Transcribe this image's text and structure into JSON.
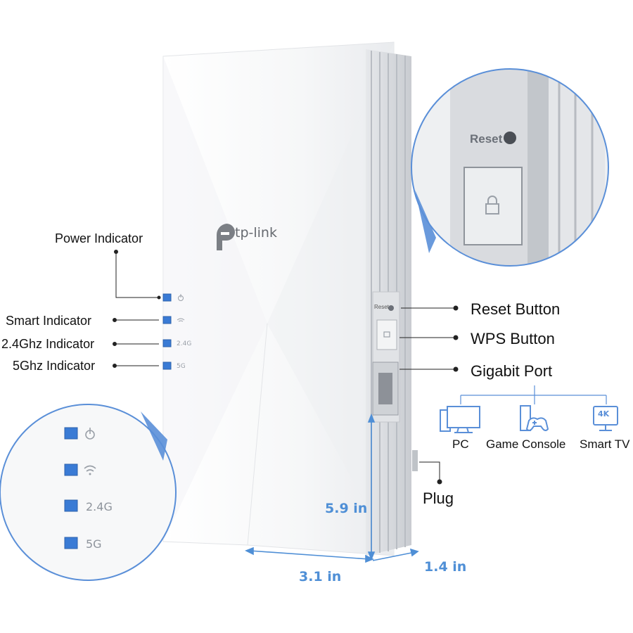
{
  "brand": {
    "logo_text": "tp-link"
  },
  "indicators": {
    "power": "Power Indicator",
    "smart": "Smart Indicator",
    "ghz24": "2.4Ghz Indicator",
    "ghz5": "5Ghz Indicator"
  },
  "led_labels": {
    "band24": "2.4G",
    "band5": "5G"
  },
  "ports": {
    "reset": "Reset Button",
    "wps": "WPS Button",
    "gigabit": "Gigabit Port",
    "plug": "Plug"
  },
  "devices": [
    {
      "label": "PC",
      "icon": "pc-icon"
    },
    {
      "label": "Game Console",
      "icon": "game-console-icon"
    },
    {
      "label": "Smart TV",
      "icon": "smart-tv-icon"
    }
  ],
  "tv_badge": "4K",
  "reset_tag": "Reset",
  "dimensions": {
    "height": "5.9 in",
    "width": "3.1 in",
    "depth": "1.4 in"
  },
  "colors": {
    "accent": "#4f8fd6",
    "led": "#3a7bd5",
    "device_icon": "#5a8fd8"
  }
}
